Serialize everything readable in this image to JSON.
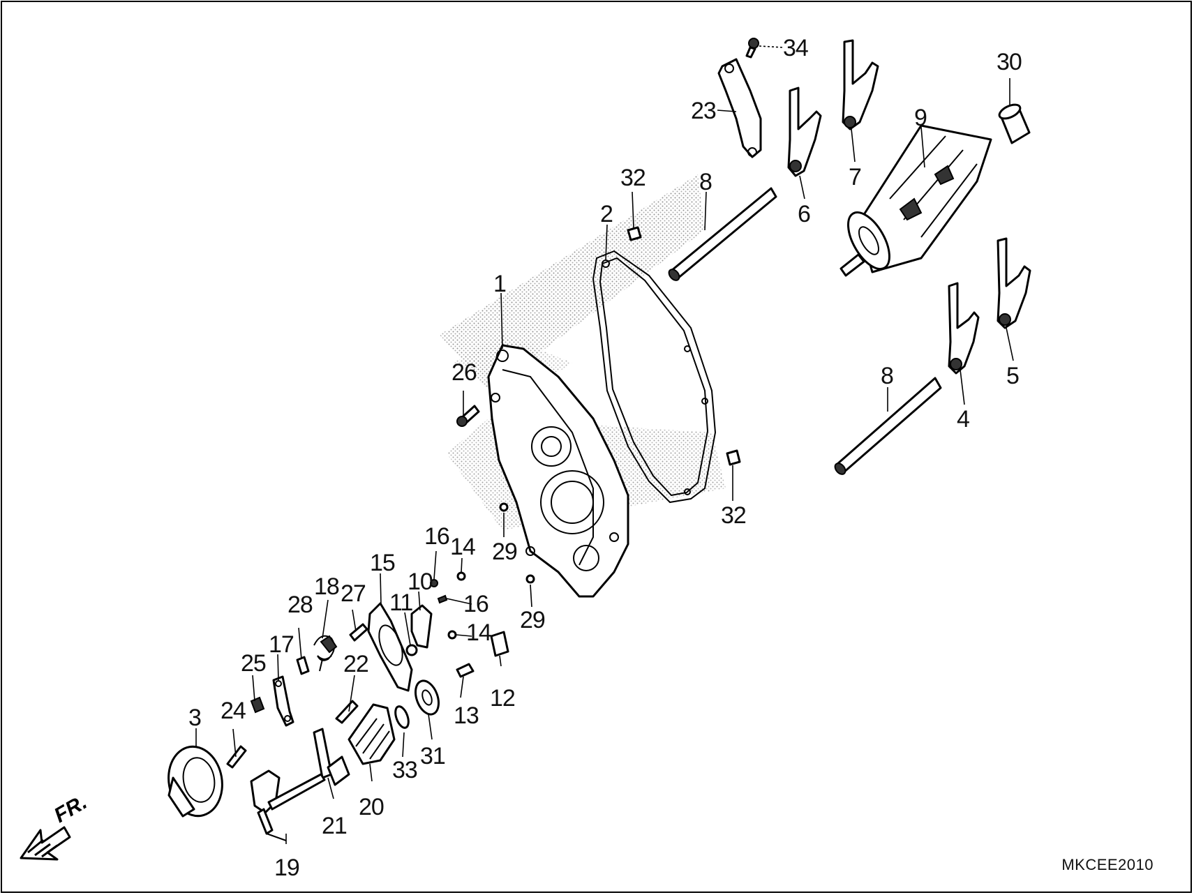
{
  "drawing_code": "MKCEE2010",
  "direction": {
    "label": "FR.",
    "icon": "front-direction-arrow-icon"
  },
  "callouts": [
    {
      "ref": "1"
    },
    {
      "ref": "2"
    },
    {
      "ref": "3"
    },
    {
      "ref": "4"
    },
    {
      "ref": "5"
    },
    {
      "ref": "6"
    },
    {
      "ref": "7"
    },
    {
      "ref": "8"
    },
    {
      "ref": "8"
    },
    {
      "ref": "9"
    },
    {
      "ref": "10"
    },
    {
      "ref": "11"
    },
    {
      "ref": "12"
    },
    {
      "ref": "13"
    },
    {
      "ref": "14"
    },
    {
      "ref": "14"
    },
    {
      "ref": "15"
    },
    {
      "ref": "16"
    },
    {
      "ref": "16"
    },
    {
      "ref": "17"
    },
    {
      "ref": "18"
    },
    {
      "ref": "19"
    },
    {
      "ref": "20"
    },
    {
      "ref": "21"
    },
    {
      "ref": "22"
    },
    {
      "ref": "23"
    },
    {
      "ref": "24"
    },
    {
      "ref": "25"
    },
    {
      "ref": "26"
    },
    {
      "ref": "27"
    },
    {
      "ref": "28"
    },
    {
      "ref": "29"
    },
    {
      "ref": "29"
    },
    {
      "ref": "30"
    },
    {
      "ref": "31"
    },
    {
      "ref": "32"
    },
    {
      "ref": "32"
    },
    {
      "ref": "33"
    },
    {
      "ref": "34"
    }
  ]
}
